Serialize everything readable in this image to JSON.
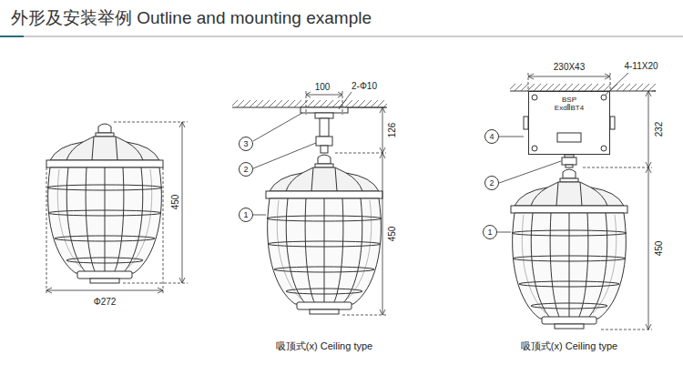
{
  "diagram": {
    "title": "外形及安装举例 Outline and mounting example",
    "nodes": [
      {
        "text": [
          "3"
        ]
      },
      {
        "text": [
          "2"
        ]
      },
      {
        "text": [
          "1"
        ]
      },
      {
        "text": [
          "BSP",
          "ExdⅡBT4"
        ]
      },
      {
        "text": [
          "4"
        ]
      },
      {
        "text": [
          "2"
        ]
      },
      {
        "text": [
          "1"
        ]
      }
    ],
    "labels": [
      "450",
      "Φ272",
      "100",
      "2-Φ10",
      "126",
      "450",
      "吸顶式(x) Ceiling type",
      "230X43",
      "4-11X20",
      "232",
      "450",
      "吸顶式(x) Ceiling type"
    ]
  }
}
